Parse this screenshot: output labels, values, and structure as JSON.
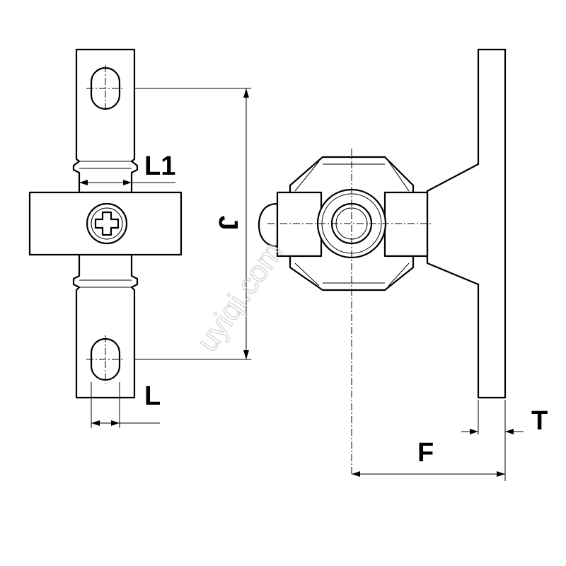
{
  "dimensions": {
    "L1": "L1",
    "J": "J",
    "L": "L",
    "T": "T",
    "F": "F"
  },
  "watermark": "uyiqi.com",
  "colors": {
    "line": "#000000",
    "background": "#ffffff",
    "watermark": "#d2d2d2"
  }
}
